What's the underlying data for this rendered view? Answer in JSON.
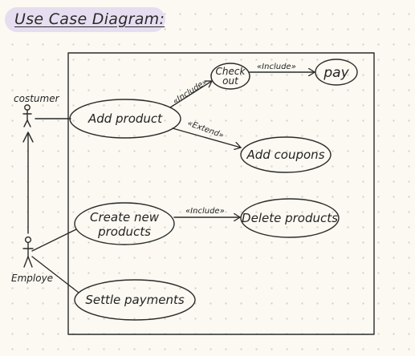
{
  "title": "Use Case Diagram:",
  "actors": {
    "customer": "costumer",
    "employee": "Employe"
  },
  "use_cases": {
    "add_product": "Add product",
    "check_out_line1": "Check",
    "check_out_line2": "out",
    "pay": "pay",
    "add_coupons": "Add coupons",
    "create_line1": "Create new",
    "create_line2": "products",
    "delete_products": "Delete products",
    "settle_payments": "Settle payments"
  },
  "relations": {
    "add_to_checkout": "«Include»",
    "checkout_to_pay": "«Include»",
    "add_to_coupons": "«Extend»",
    "create_to_delete": "«Include»"
  }
}
